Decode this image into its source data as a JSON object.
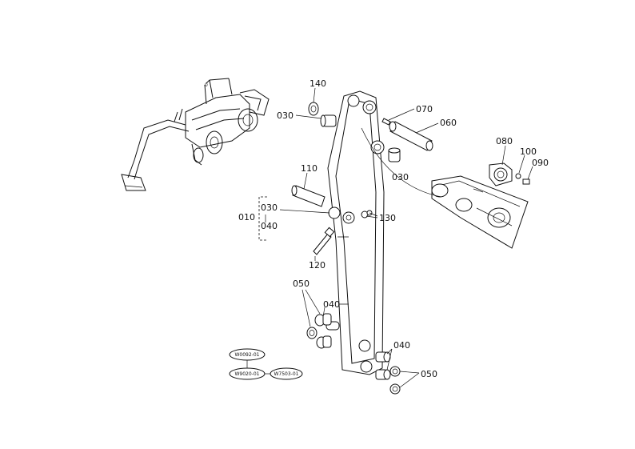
{
  "labels": {
    "p140": "140",
    "p030a": "030",
    "p070": "070",
    "p060": "060",
    "p080": "080",
    "p100": "100",
    "p090": "090",
    "p110": "110",
    "p030b": "030",
    "p010": "010",
    "p030c": "030",
    "p040a": "040",
    "p130": "130",
    "p120": "120",
    "p050a": "050",
    "p040b": "040",
    "p040c": "040",
    "p050b": "050"
  },
  "refs": {
    "r1": "W0092-01",
    "r2": "W9020-01",
    "r3": "W7503-01"
  }
}
